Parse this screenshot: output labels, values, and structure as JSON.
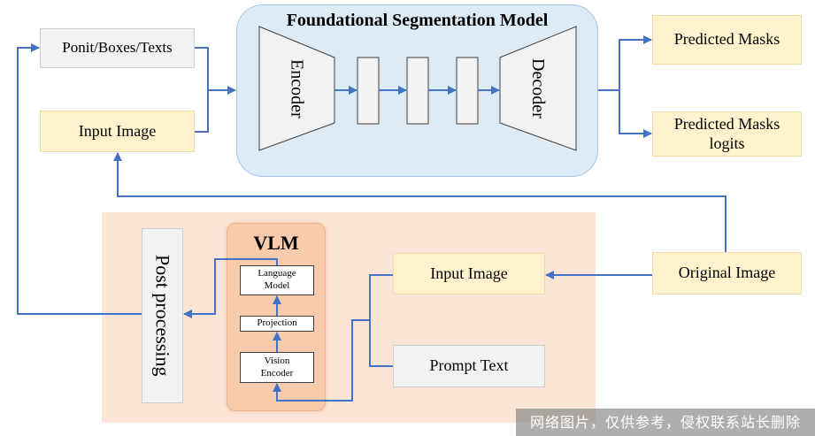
{
  "model": {
    "title": "Foundational Segmentation Model",
    "encoder_label": "Encoder",
    "decoder_label": "Decoder"
  },
  "inputs": {
    "prompts_label": "Ponit/Boxes/Texts",
    "image_label": "Input Image"
  },
  "outputs": {
    "masks_label": "Predicted Masks",
    "logits_label": "Predicted Masks logits"
  },
  "original_image_label": "Original Image",
  "pipeline": {
    "post_processing_label": "Post processing",
    "vlm": {
      "title": "VLM",
      "language_model_label": "Language Model",
      "projection_label": "Projection",
      "vision_encoder_label": "Vision Encoder"
    },
    "input_image_label": "Input Image",
    "prompt_text_label": "Prompt Text"
  },
  "watermark": "网络图片，仅供参考，侵权联系站长删除",
  "colors": {
    "arrow": "#4472c4",
    "model_fill": "#ddebf7",
    "model_stroke": "#a9c6e4",
    "yellow_fill": "#fff2cc",
    "yellow_stroke": "#ecdca6",
    "gray_fill": "#f2f2f2",
    "gray_stroke": "#cfcfcf",
    "pipeline_fill": "#fbe5d6",
    "vlm_fill": "#f8cbad",
    "vlm_stroke": "#eeb28c",
    "shape_stroke": "#404040",
    "text": "#000000"
  }
}
